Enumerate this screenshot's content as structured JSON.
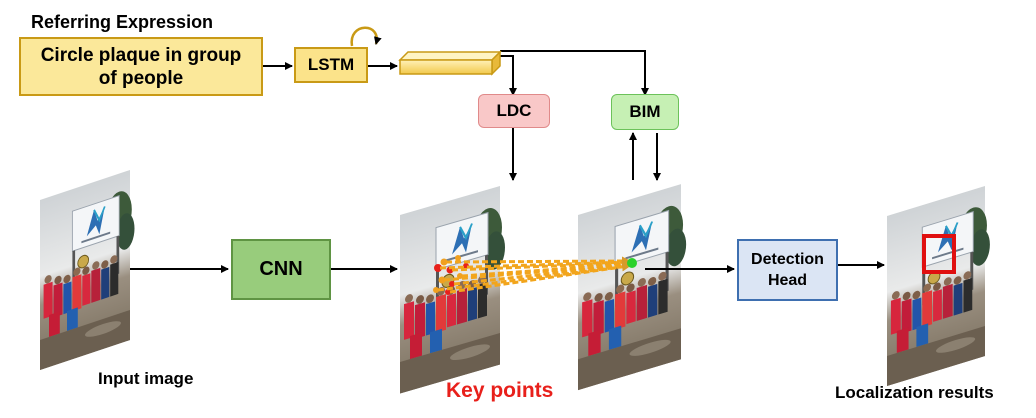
{
  "header": {
    "referring_expression_label": "Referring Expression"
  },
  "input_text": {
    "line1": "Circle plaque in group",
    "line2": "of people"
  },
  "modules": {
    "lstm": "LSTM",
    "ldc": "LDC",
    "bim": "BIM",
    "cnn": "CNN",
    "detection_head_line1": "Detection",
    "detection_head_line2": "Head"
  },
  "captions": {
    "input_image": "Input image",
    "key_points": "Key points",
    "localization_results": "Localization results"
  },
  "colors": {
    "text_box_fill": "#fbe89a",
    "text_box_border": "#c99a16",
    "lstm_fill": "#fbe38a",
    "ldc_fill": "#f9c8c8",
    "ldc_border": "#e08a8a",
    "bim_fill": "#c6f0b4",
    "bim_border": "#6cc25a",
    "cnn_fill": "#98cc7c",
    "cnn_border": "#5f9443",
    "detection_fill": "#dbe5f4",
    "detection_border": "#3e6fb0",
    "key_points_text": "#e8201b",
    "result_box": "#e01010"
  }
}
